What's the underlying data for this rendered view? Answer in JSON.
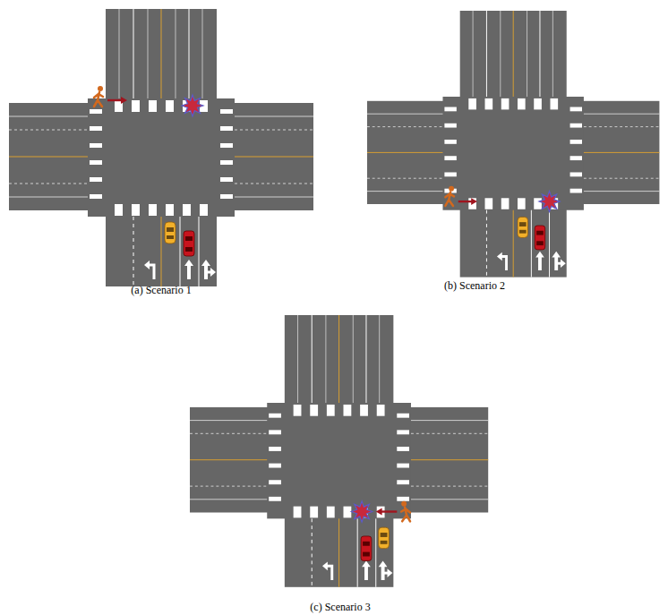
{
  "diagram": {
    "labels": [
      "(a) Scenario 1",
      "(b) Scenario 2",
      "(c) Scenario 3"
    ]
  }
}
